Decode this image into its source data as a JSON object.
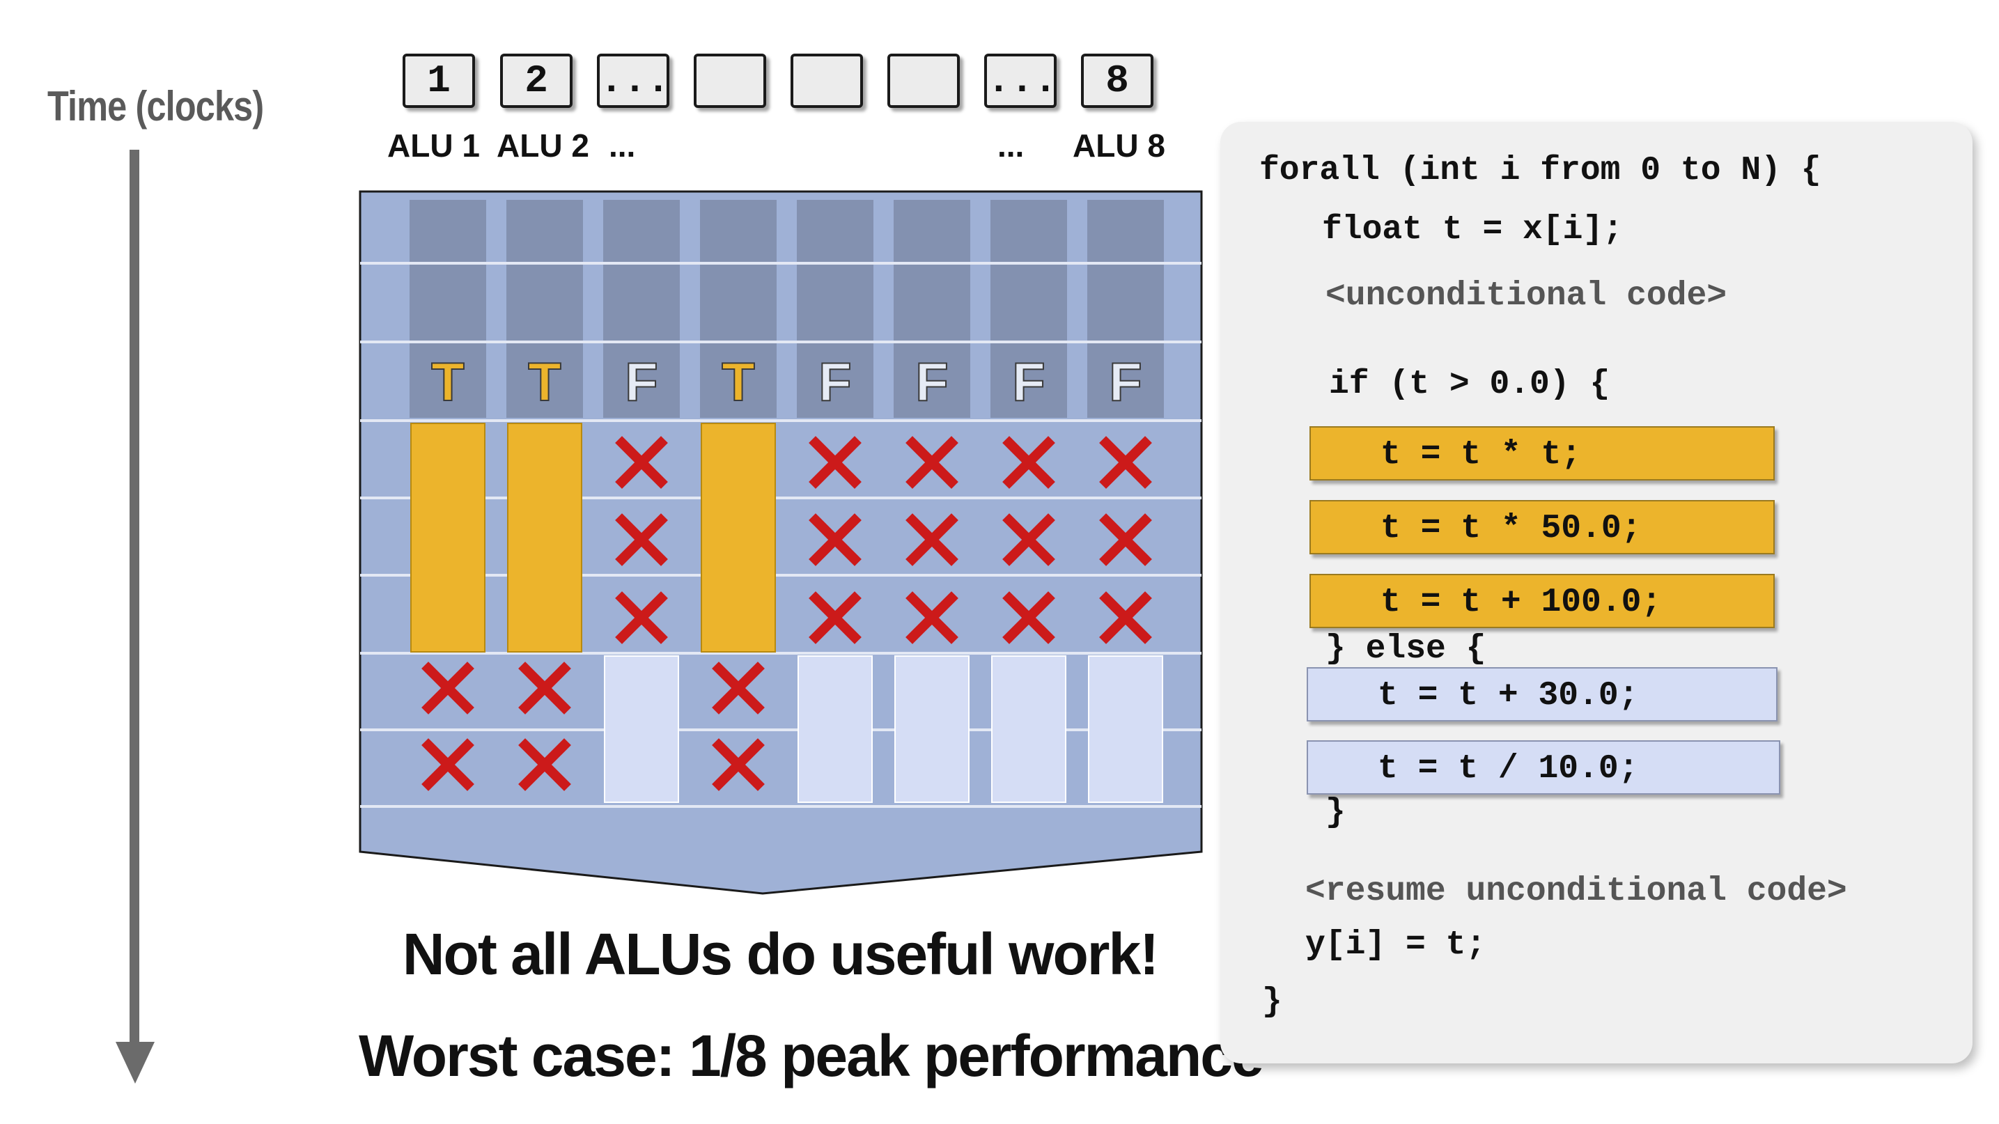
{
  "time_axis": {
    "label": "Time (clocks)"
  },
  "alus": {
    "boxes": [
      "1",
      "2",
      "...",
      "",
      "",
      "",
      "...",
      "8"
    ],
    "labels": {
      "alu1": "ALU 1",
      "alu2": "ALU 2",
      "dots_left": "...",
      "dots_right": "...",
      "alu8": "ALU 8"
    }
  },
  "lanes": {
    "conditions": [
      "T",
      "T",
      "F",
      "T",
      "F",
      "F",
      "F",
      "F"
    ],
    "if_branch_clocks": 3,
    "else_branch_clocks": 2
  },
  "captions": {
    "line1": "Not all ALUs do useful work!",
    "line2": "Worst case: 1/8 peak performance"
  },
  "code": {
    "line1": "forall (int i from 0 to N) {",
    "line2": "float t = x[i];",
    "line3": "<unconditional code>",
    "line4": "if (t > 0.0) {",
    "true_lines": [
      "t = t * t;",
      "t = t * 50.0;",
      "t = t + 100.0;"
    ],
    "else_line": "} else {",
    "false_lines": [
      "t = t + 30.0;",
      "t = t / 10.0;"
    ],
    "close_if": "}",
    "resume": "<resume unconditional code>",
    "assign": "y[i] = t;",
    "close_forall": "}"
  },
  "colors": {
    "true_fill": "#ecb42c",
    "false_fill": "#d5ddf5",
    "grid_bg": "#9fb1d6",
    "column": "#8391b0",
    "cross": "#cc1a1a",
    "condition_true": "#ecb42c",
    "condition_false": "#e6ebf5"
  }
}
